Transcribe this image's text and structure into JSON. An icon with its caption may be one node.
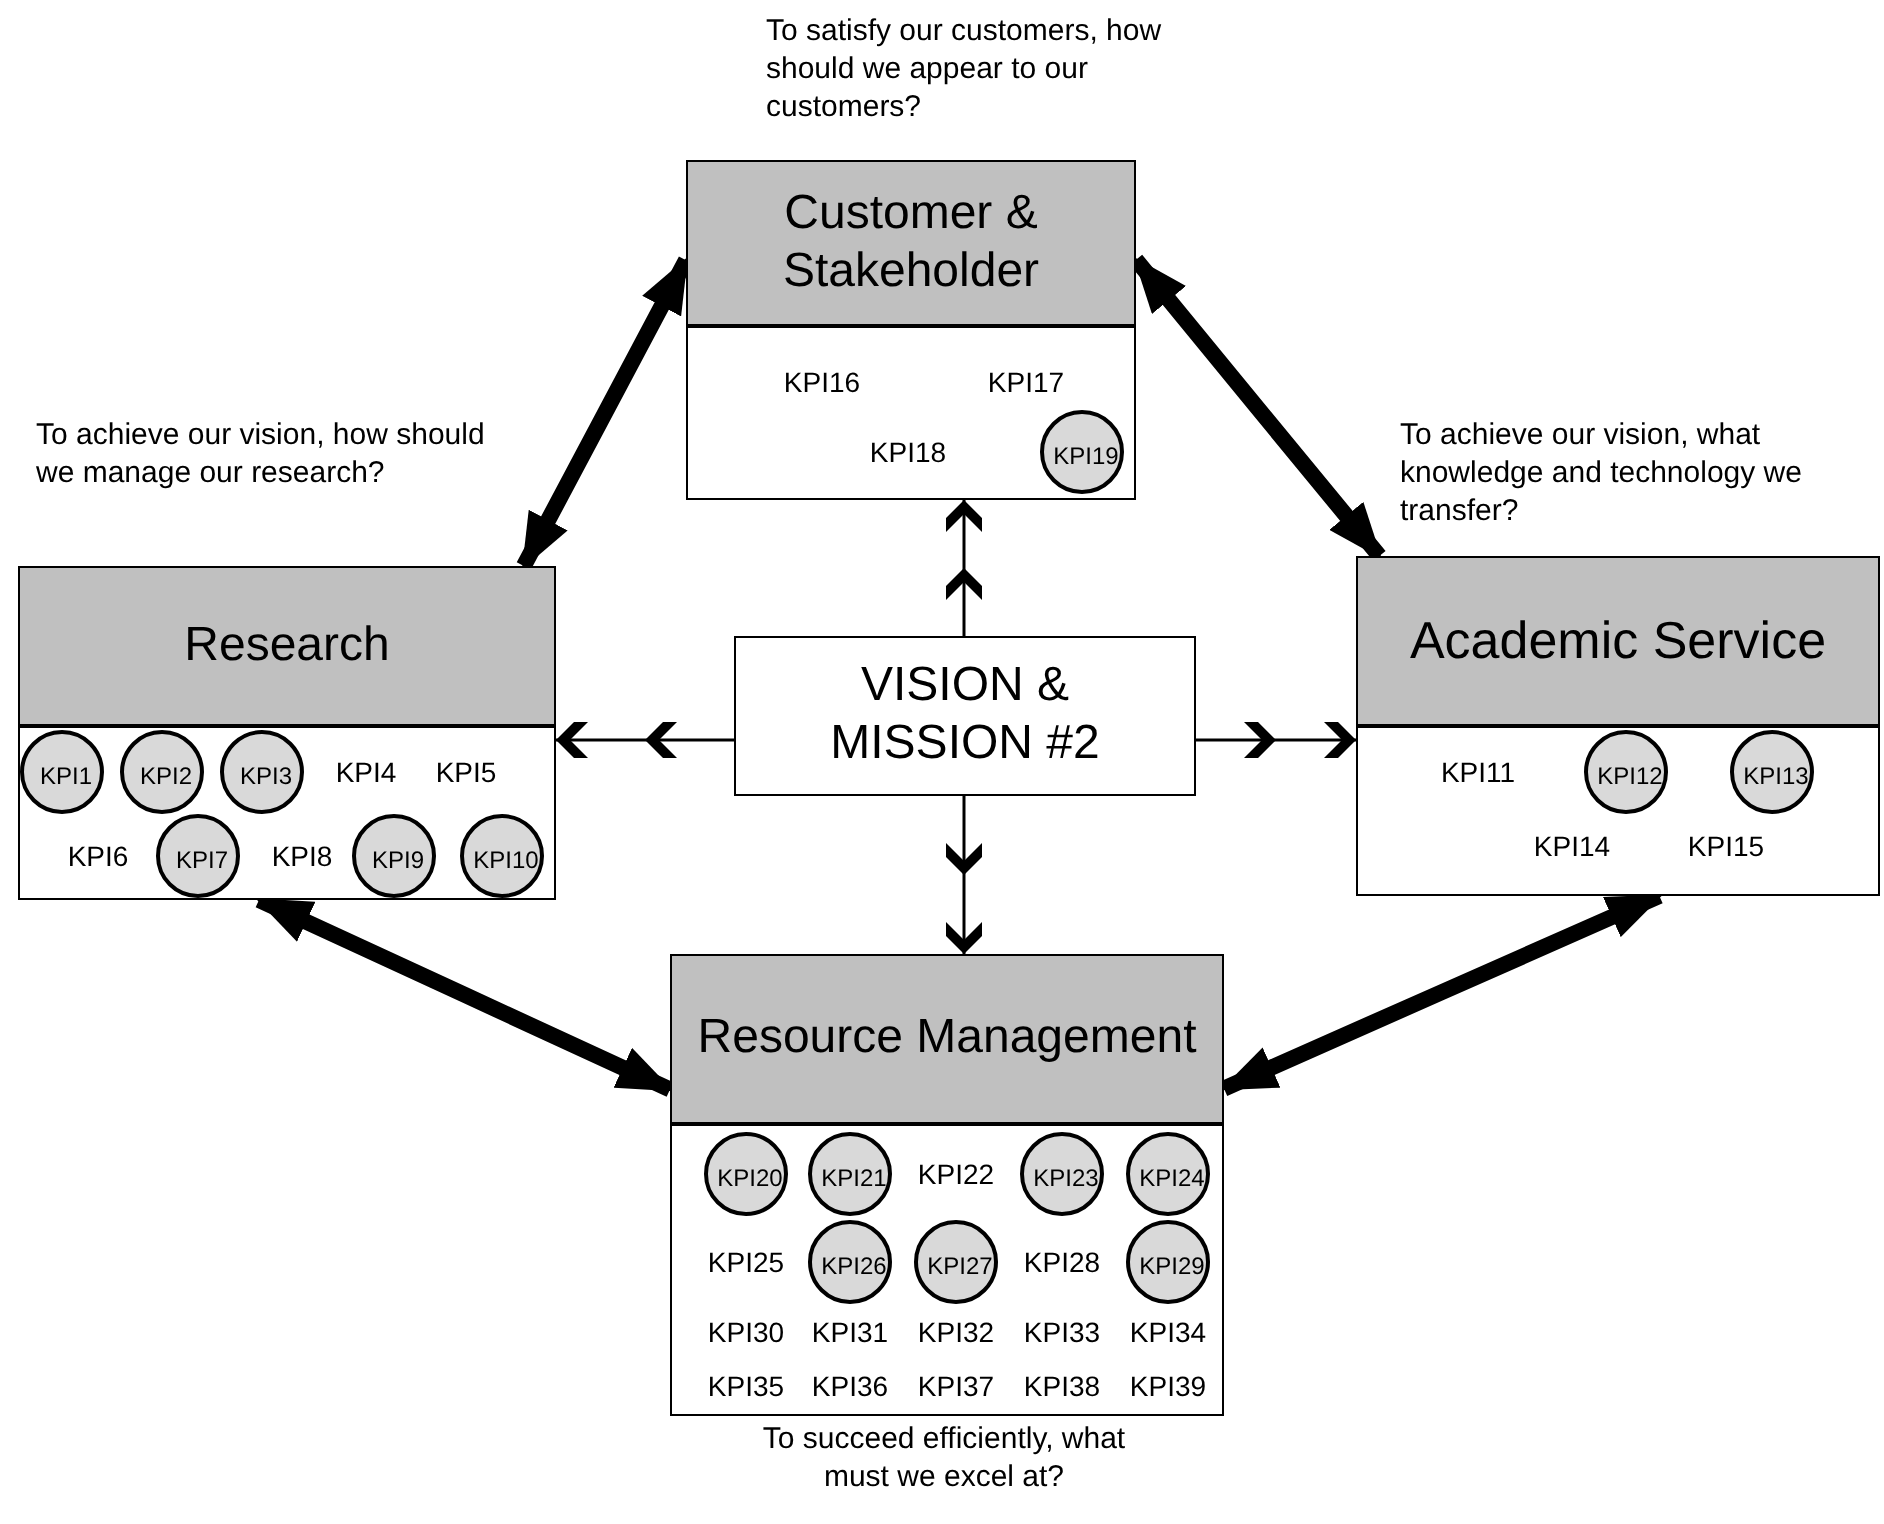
{
  "diagram": {
    "nodes": [
      {
        "text": [
          "Customer & Stakeholder"
        ],
        "beside": [
          "To satisfy our customers, how should we appear to our customers?"
        ]
      },
      {
        "text": [],
        "shape": "box"
      },
      {
        "text": [
          "KPI16"
        ],
        "in": 1
      },
      {
        "text": [
          "KPI17"
        ],
        "in": 1
      },
      {
        "text": [
          "KPI18"
        ],
        "in": 1
      },
      {
        "text": [],
        "shape": "circle",
        "in": 1
      },
      {
        "text": [
          "KPI19"
        ],
        "in": 5
      },
      {
        "text": [
          "Research"
        ],
        "beside": [
          "To achieve our vision, how should we manage our research?"
        ]
      },
      {
        "text": [],
        "shape": "box"
      },
      {
        "text": [],
        "shape": "circle",
        "in": 8
      },
      {
        "text": [
          "KPI1"
        ],
        "in": 9
      },
      {
        "text": [],
        "shape": "circle",
        "in": 8
      },
      {
        "text": [
          "KPI2"
        ],
        "in": 11
      },
      {
        "text": [],
        "shape": "circle",
        "in": 8
      },
      {
        "text": [
          "KPI3"
        ],
        "in": 13
      },
      {
        "text": [
          "KPI4"
        ],
        "in": 8
      },
      {
        "text": [
          "KPI5"
        ],
        "in": 8
      },
      {
        "text": [
          "KPI6"
        ],
        "in": 8
      },
      {
        "text": [],
        "shape": "circle",
        "in": 8
      },
      {
        "text": [
          "KPI7"
        ],
        "in": 18
      },
      {
        "text": [
          "KPI8"
        ],
        "in": 8
      },
      {
        "text": [],
        "shape": "circle",
        "in": 8
      },
      {
        "text": [
          "KPI9"
        ],
        "in": 21
      },
      {
        "text": [],
        "shape": "circle",
        "in": 8
      },
      {
        "text": [
          "KPI10"
        ],
        "in": 23
      },
      {
        "text": [
          "VISION & MISSION #2"
        ]
      },
      {
        "text": [
          "Academic Service"
        ],
        "beside": [
          "To achieve our vision, what knowledge and technology we transfer?"
        ]
      },
      {
        "text": [],
        "shape": "box"
      },
      {
        "text": [
          "KPI11"
        ],
        "in": 27
      },
      {
        "text": [],
        "shape": "circle",
        "in": 27
      },
      {
        "text": [
          "KPI12"
        ],
        "in": 29
      },
      {
        "text": [],
        "shape": "circle",
        "in": 27
      },
      {
        "text": [
          "KPI13"
        ],
        "in": 31
      },
      {
        "text": [
          "KPI14"
        ],
        "in": 27
      },
      {
        "text": [
          "KPI15"
        ],
        "in": 27
      },
      {
        "text": [
          "Resource Management"
        ]
      },
      {
        "text": [],
        "shape": "box",
        "beside": [
          "To succeed efficiently, what must we excel at?"
        ]
      },
      {
        "text": [],
        "shape": "circle",
        "in": 36
      },
      {
        "text": [
          "KPI20"
        ],
        "in": 37
      },
      {
        "text": [],
        "shape": "circle",
        "in": 36
      },
      {
        "text": [
          "KPI21"
        ],
        "in": 39
      },
      {
        "text": [
          "KPI22"
        ],
        "in": 36
      },
      {
        "text": [],
        "shape": "circle",
        "in": 36
      },
      {
        "text": [
          "KPI23"
        ],
        "in": 42
      },
      {
        "text": [],
        "shape": "circle",
        "in": 36
      },
      {
        "text": [
          "KPI24"
        ],
        "in": 44
      },
      {
        "text": [
          "KPI25"
        ],
        "in": 36
      },
      {
        "text": [],
        "shape": "circle",
        "in": 36
      },
      {
        "text": [
          "KPI26"
        ],
        "in": 47
      },
      {
        "text": [],
        "shape": "circle",
        "in": 36
      },
      {
        "text": [
          "KPI27"
        ],
        "in": 49
      },
      {
        "text": [
          "KPI28"
        ],
        "in": 36
      },
      {
        "text": [],
        "shape": "circle",
        "in": 36
      },
      {
        "text": [
          "KPI29"
        ],
        "in": 52
      },
      {
        "text": [
          "KPI30"
        ],
        "in": 36
      },
      {
        "text": [
          "KPI31"
        ],
        "in": 36
      },
      {
        "text": [
          "KPI32"
        ],
        "in": 36
      },
      {
        "text": [
          "KPI33"
        ],
        "in": 36
      },
      {
        "text": [
          "KPI34"
        ],
        "in": 36
      },
      {
        "text": [
          "KPI35"
        ],
        "in": 36
      },
      {
        "text": [
          "KPI36"
        ],
        "in": 36
      },
      {
        "text": [
          "KPI37"
        ],
        "in": 36
      },
      {
        "text": [
          "KPI38"
        ],
        "in": 36
      },
      {
        "text": [
          "KPI39"
        ],
        "in": 36
      }
    ],
    "edges": [
      {
        "from": 7,
        "to": 0,
        "arrow": "both",
        "style": "thick"
      },
      {
        "from": 0,
        "to": 26,
        "arrow": "both",
        "style": "thick"
      },
      {
        "from": 8,
        "to": 35,
        "arrow": "both",
        "style": "thick"
      },
      {
        "from": 27,
        "to": 35,
        "arrow": "both",
        "style": "thick"
      },
      {
        "from": 25,
        "to": 1,
        "arrow": "to"
      },
      {
        "from": 25,
        "to": 8,
        "arrow": "to"
      },
      {
        "from": 25,
        "to": 27,
        "arrow": "to"
      },
      {
        "from": 25,
        "to": 35,
        "arrow": "to"
      }
    ]
  }
}
